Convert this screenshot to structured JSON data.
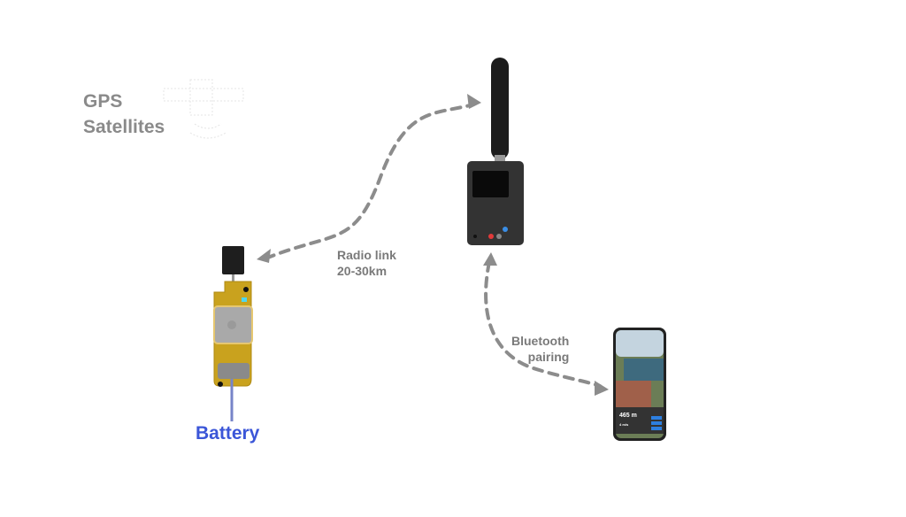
{
  "labels": {
    "gps_line1": "GPS",
    "gps_line2": "Satellites",
    "radio_line1": "Radio link",
    "radio_line2": "20-30km",
    "bt_line1": "Bluetooth",
    "bt_line2": "pairing",
    "battery": "Battery"
  },
  "phone": {
    "altitude": "465 m",
    "speed": "4 m/s"
  },
  "colors": {
    "battery_label": "#3b56d8",
    "board": "#c9a21e",
    "arrow": "#8c8c8c"
  }
}
